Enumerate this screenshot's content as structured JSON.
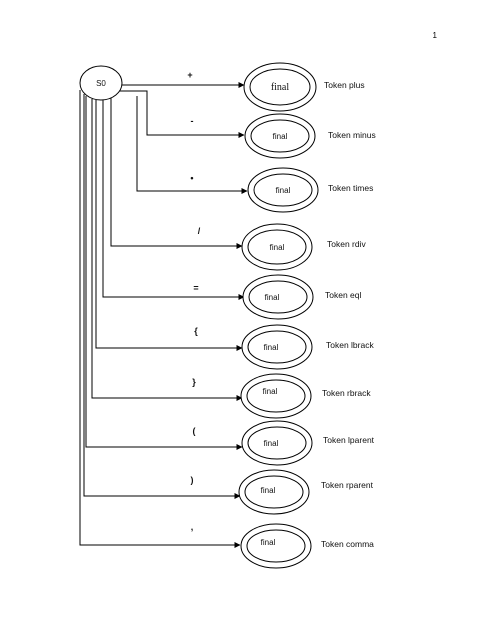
{
  "page_number": "1",
  "start_state": {
    "label": "S0"
  },
  "transitions": [
    {
      "symbol": "+",
      "state": "final",
      "token": "Token plus"
    },
    {
      "symbol": "-",
      "state": "final",
      "token": "Token minus"
    },
    {
      "symbol": "•",
      "state": "final",
      "token": "Token times"
    },
    {
      "symbol": "/",
      "state": "final",
      "token": "Token rdiv"
    },
    {
      "symbol": "=",
      "state": "final",
      "token": "Token eql"
    },
    {
      "symbol": "{",
      "state": "final",
      "token": "Token lbrack"
    },
    {
      "symbol": "}",
      "state": "final",
      "token": "Token rbrack"
    },
    {
      "symbol": "(",
      "state": "final",
      "token": "Token lparent"
    },
    {
      "symbol": ")",
      "state": "final",
      "token": "Token rparent"
    },
    {
      "symbol": ",",
      "state": "final",
      "token": "Token comma"
    }
  ]
}
